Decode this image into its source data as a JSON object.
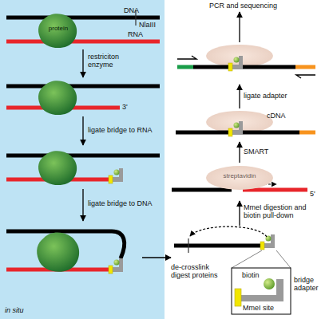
{
  "diagram": {
    "nodes": [
      {
        "text": [
          "protein"
        ]
      },
      {
        "text": [
          "streptavidin"
        ]
      }
    ],
    "labels": [
      "DNA",
      "NlaIII",
      "RNA",
      "restriciton enzyme",
      "3'",
      "ligate bridge to RNA",
      "ligate bridge to DNA",
      "in situ",
      "de-crosslink digest proteins",
      "PCR and sequencing",
      "ligate adapter",
      "cDNA",
      "SMART",
      "5'",
      "MmeI digestion and biotin pull-down",
      "bridge adapter",
      "biotin",
      "MmeI site"
    ]
  }
}
